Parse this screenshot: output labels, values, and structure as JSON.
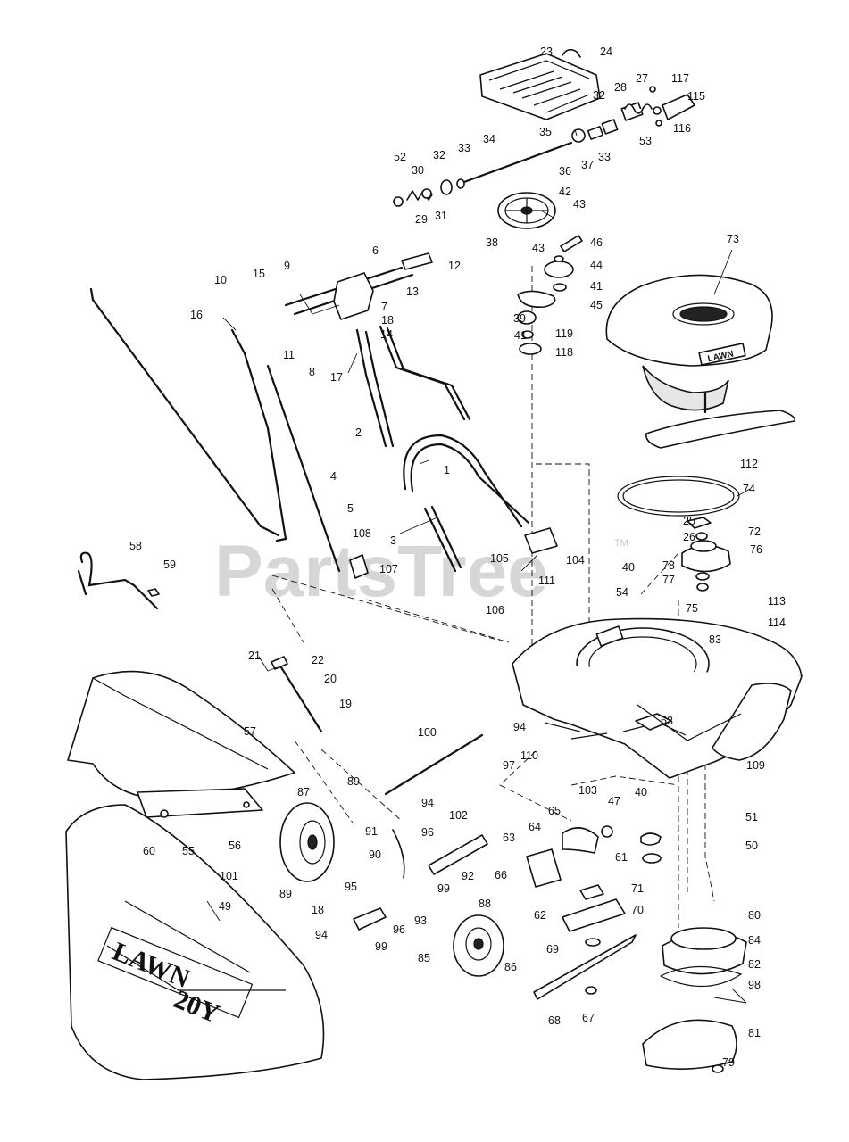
{
  "watermark": {
    "text": "PartsTree",
    "tm": "TM"
  },
  "markings": {
    "bag_brand": "LAWN",
    "bag_model": "20Y",
    "engine_brand": "LAWN"
  },
  "callouts": {
    "c1": "1",
    "c2": "2",
    "c3": "3",
    "c4": "4",
    "c5": "5",
    "c6": "6",
    "c7": "7",
    "c8": "8",
    "c9": "9",
    "c10": "10",
    "c11": "11",
    "c12": "12",
    "c13": "13",
    "c14": "14",
    "c15": "15",
    "c16": "16",
    "c17": "17",
    "c18": "18",
    "c18b": "18",
    "c19": "19",
    "c20": "20",
    "c21": "21",
    "c22": "22",
    "c23": "23",
    "c24": "24",
    "c25": "25",
    "c26": "26",
    "c27": "27",
    "c28": "28",
    "c29": "29",
    "c30": "30",
    "c31": "31",
    "c32": "32",
    "c32b": "32",
    "c33": "33",
    "c33b": "33",
    "c34": "34",
    "c35": "35",
    "c36": "36",
    "c37": "37",
    "c38": "38",
    "c39": "39",
    "c40": "40",
    "c40b": "40",
    "c41": "41",
    "c41b": "41",
    "c42": "42",
    "c43": "43",
    "c43b": "43",
    "c44": "44",
    "c45": "45",
    "c46": "46",
    "c47": "47",
    "c49": "49",
    "c50": "50",
    "c51": "51",
    "c52": "52",
    "c53": "53",
    "c53b": "53",
    "c54": "54",
    "c55": "55",
    "c56": "56",
    "c57": "57",
    "c58": "58",
    "c59": "59",
    "c60": "60",
    "c61": "61",
    "c62": "62",
    "c63": "63",
    "c64": "64",
    "c65": "65",
    "c66": "66",
    "c67": "67",
    "c68": "68",
    "c69": "69",
    "c70": "70",
    "c71": "71",
    "c72": "72",
    "c73": "73",
    "c74": "74",
    "c75": "75",
    "c76": "76",
    "c77": "77",
    "c78": "78",
    "c79": "79",
    "c80": "80",
    "c81": "81",
    "c82": "82",
    "c83": "83",
    "c84": "84",
    "c85": "85",
    "c86": "86",
    "c87": "87",
    "c88": "88",
    "c89": "89",
    "c89b": "89",
    "c90": "90",
    "c91": "91",
    "c92": "92",
    "c93": "93",
    "c94": "94",
    "c94b": "94",
    "c94c": "94",
    "c95": "95",
    "c96": "96",
    "c96b": "96",
    "c97": "97",
    "c98": "98",
    "c99": "99",
    "c99b": "99",
    "c100": "100",
    "c101": "101",
    "c102": "102",
    "c103": "103",
    "c104": "104",
    "c105": "105",
    "c106": "106",
    "c107": "107",
    "c108": "108",
    "c109": "109",
    "c110": "110",
    "c111": "111",
    "c112": "112",
    "c113": "113",
    "c114": "114",
    "c115": "115",
    "c116": "116",
    "c117": "117",
    "c118": "118",
    "c119": "119"
  }
}
